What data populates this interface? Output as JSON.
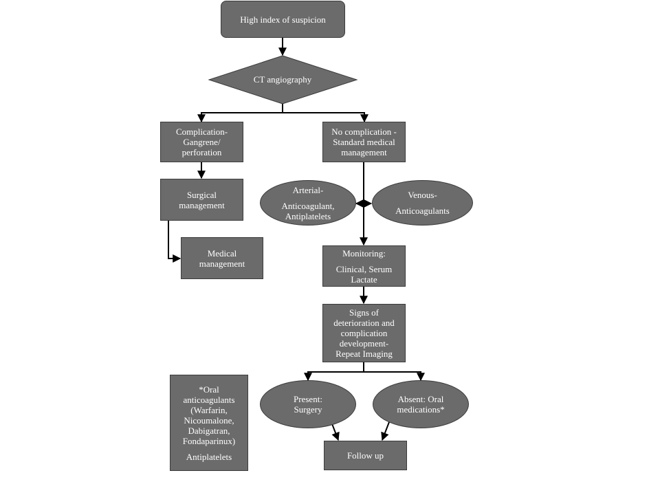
{
  "nodes": {
    "suspicion": "High index of suspicion",
    "cta": "CT angiography",
    "complication": [
      "Complication-",
      "Gangrene/",
      "perforation"
    ],
    "no_complication": [
      "No complication -",
      "Standard medical",
      "management"
    ],
    "surgical": [
      "Surgical",
      "management"
    ],
    "medical": [
      "Medical",
      "management"
    ],
    "arterial": {
      "title": "Arterial-",
      "lines": [
        "Anticoagulant,",
        "Antiplatelets"
      ]
    },
    "venous": {
      "title": "Venous-",
      "lines": [
        "Anticoagulants"
      ]
    },
    "monitoring": {
      "title": "Monitoring:",
      "lines": [
        "Clinical, Serum",
        "Lactate"
      ]
    },
    "signs": [
      "Signs of",
      "deterioration and",
      "complication",
      "development-",
      "Repeat Imaging"
    ],
    "present": [
      "Present:",
      "Surgery"
    ],
    "absent": [
      "Absent: Oral",
      "medications*"
    ],
    "follow_up": "Follow up",
    "footnote": {
      "lines": [
        "*Oral",
        "anticoagulants",
        "(Warfarin,",
        "Nicoumalone,",
        "Dabigatran,",
        "Fondaparinux)"
      ],
      "extra": "Antiplatelets"
    }
  },
  "colors": {
    "node_fill": "#6b6b6b",
    "node_border": "#3a3a3a",
    "text": "#ffffff",
    "connector": "#000000"
  }
}
